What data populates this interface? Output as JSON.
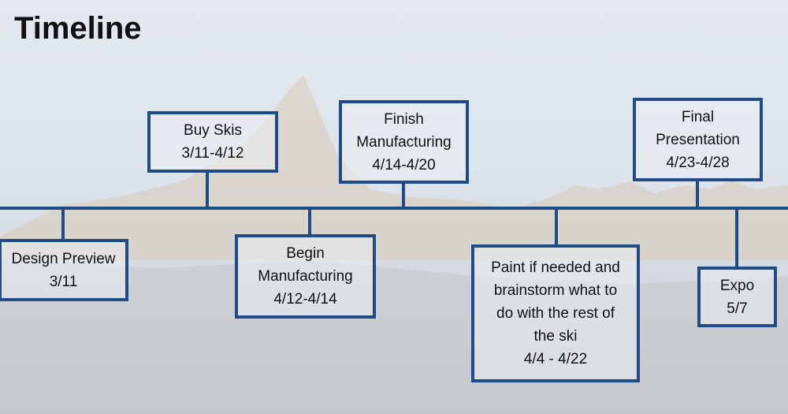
{
  "title": "Timeline",
  "colors": {
    "accent": "#1f4b87"
  },
  "events": [
    {
      "name": "Design Preview",
      "date": "3/11"
    },
    {
      "name": "Buy Skis",
      "date": "3/11-4/12"
    },
    {
      "name": "Begin Manufacturing",
      "date": "4/12-4/14"
    },
    {
      "name": "Finish Manufacturing",
      "date": "4/14-4/20"
    },
    {
      "name": "Paint if needed and brainstorm what to do with the rest of the ski",
      "date": "4/4 - 4/22"
    },
    {
      "name": "Final Presentation",
      "date": "4/23-4/28"
    },
    {
      "name": "Expo",
      "date": "5/7"
    }
  ]
}
